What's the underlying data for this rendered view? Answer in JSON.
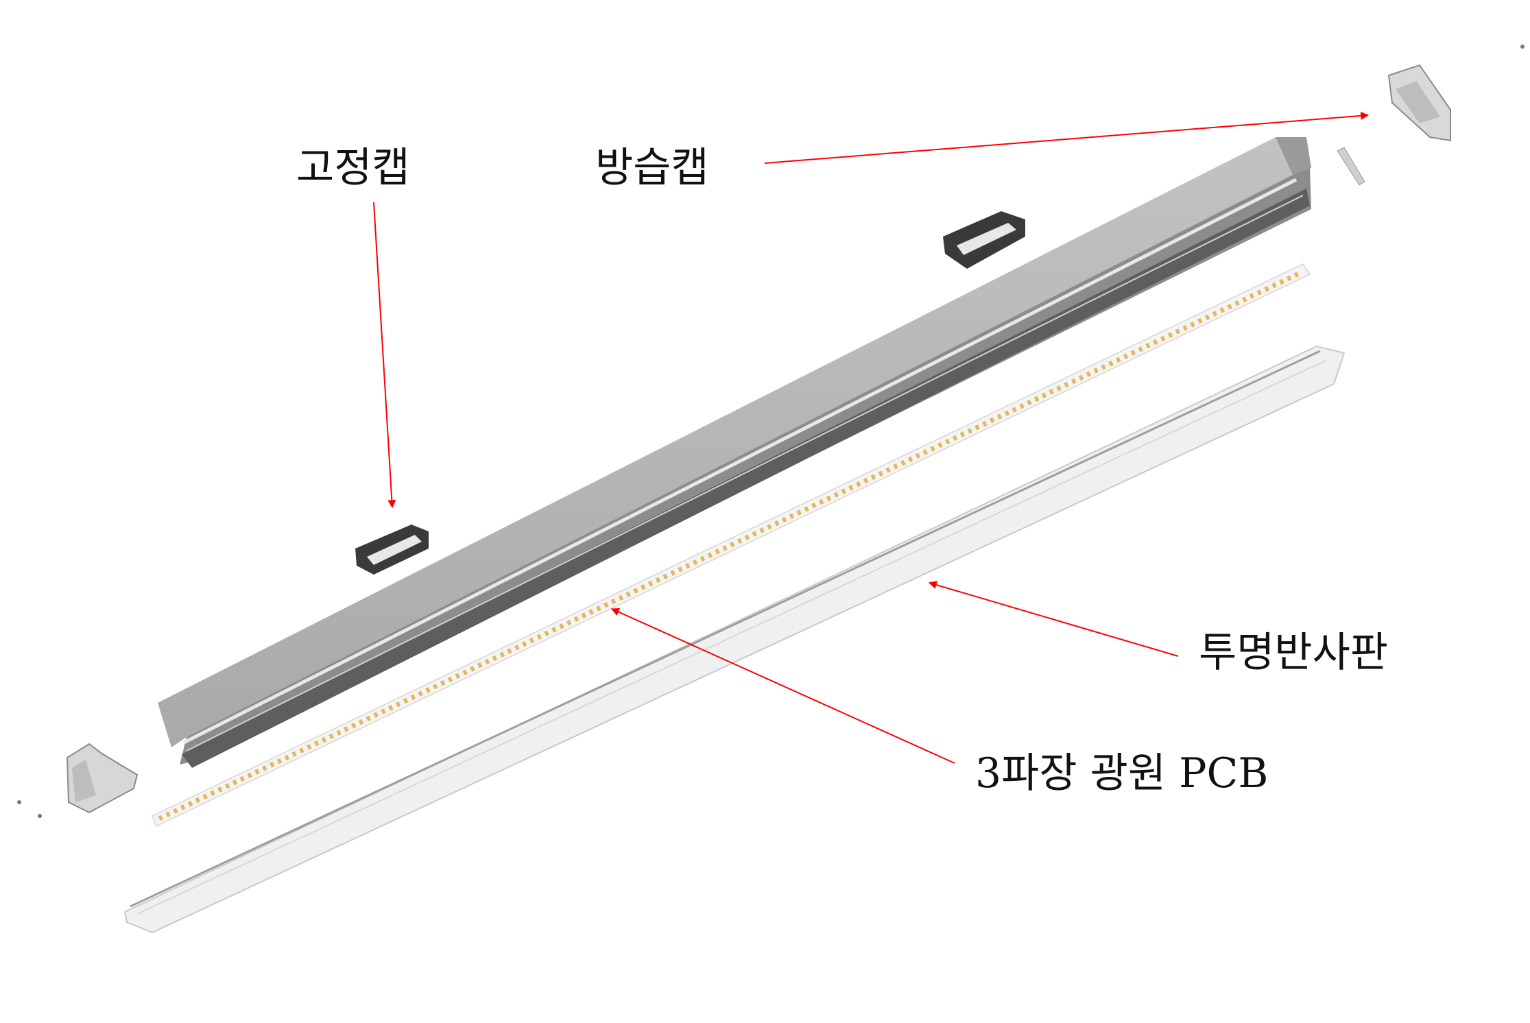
{
  "labels": {
    "fixing_cap": "고정캡",
    "moisture_cap": "방습캡",
    "reflector": "투명반사판",
    "pcb": "3파장 광원 PCB"
  },
  "colors": {
    "arrow": "#ff0000",
    "housing_top": "#b3b3b3",
    "housing_side": "#7a7a7a",
    "led": "#e3b85a",
    "reflector": "#f1f1f1"
  }
}
